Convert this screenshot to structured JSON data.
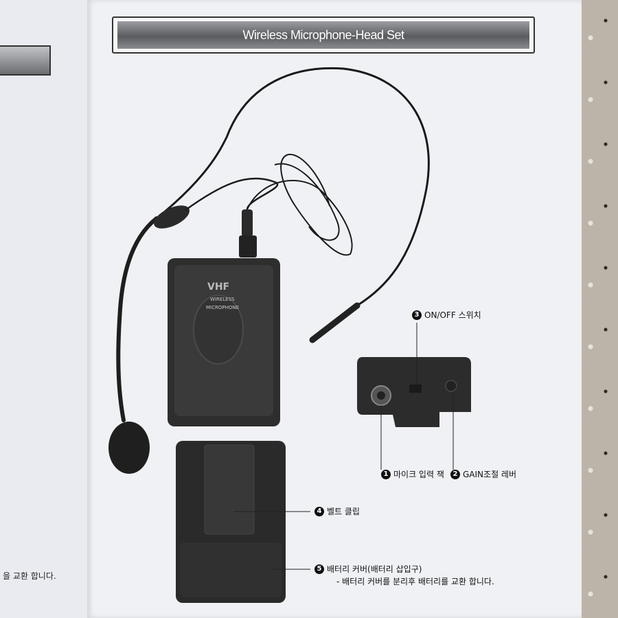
{
  "document": {
    "title": "Wireless Microphone-Head Set",
    "transmitter_brand": "VHF",
    "transmitter_text_1": "WIRELESS",
    "transmitter_text_2": "MICROPHONE"
  },
  "labels": [
    {
      "num": "1",
      "text": "마이크 입력 잭"
    },
    {
      "num": "2",
      "text": "GAIN조절 레버"
    },
    {
      "num": "3",
      "text": "ON/OFF 스위치"
    },
    {
      "num": "4",
      "text": "벨트 클립"
    },
    {
      "num": "5",
      "text": "배터리 커버(배터리 삽입구)"
    }
  ],
  "battery_note": "- 배터리 커버를 분리후 배터리를 교환 합니다.",
  "left_page": {
    "fragment": "을 교환 합니다."
  }
}
